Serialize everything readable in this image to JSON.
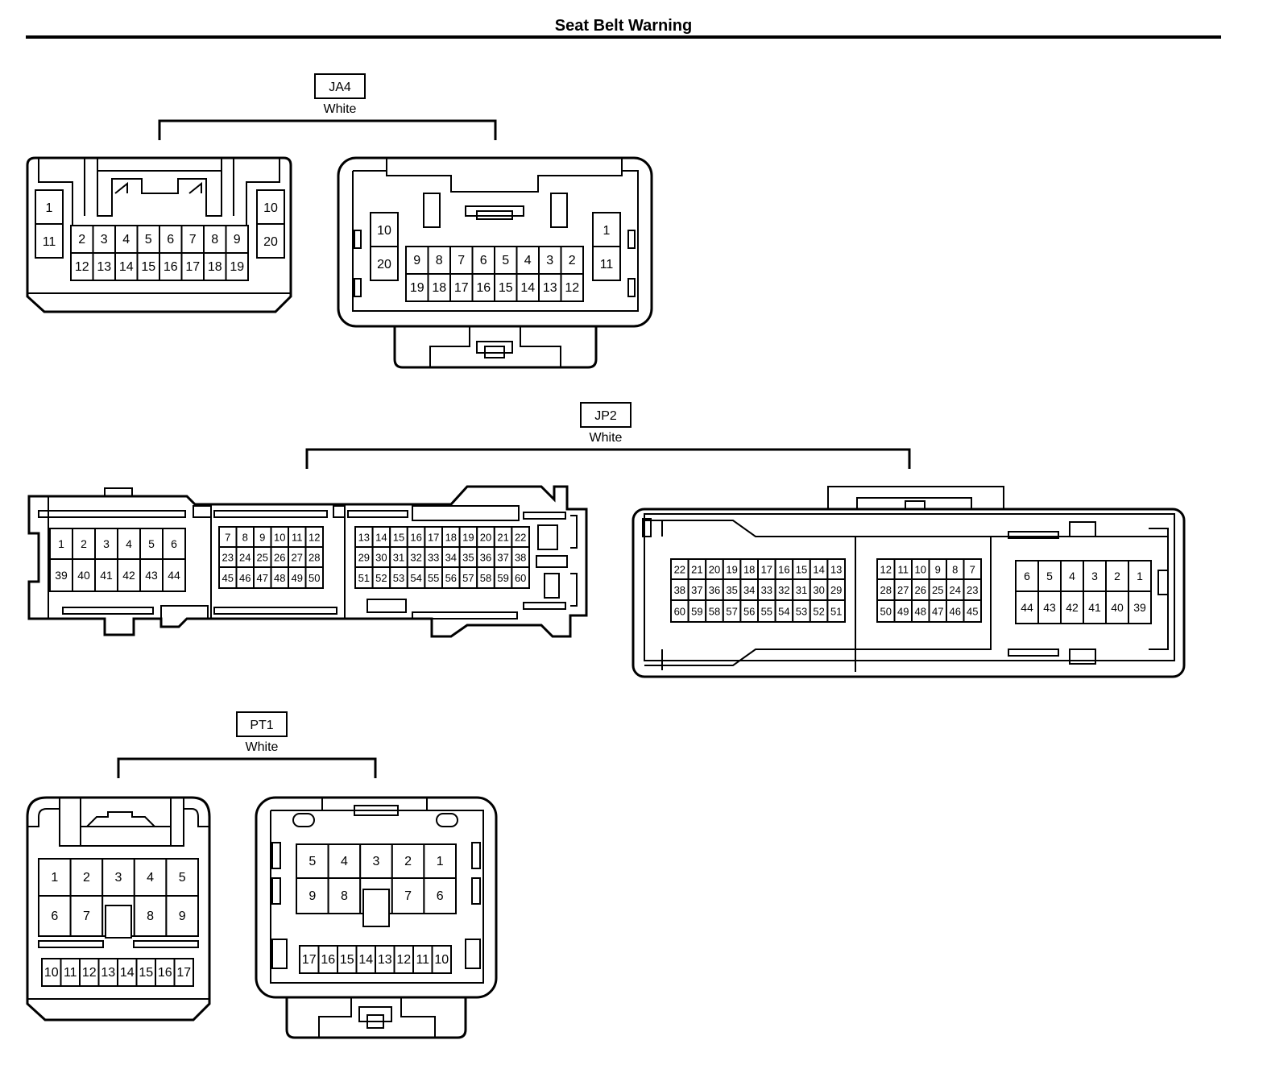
{
  "title": "Seat Belt Warning",
  "connectors": [
    {
      "code": "JA4",
      "color": "White"
    },
    {
      "code": "JP2",
      "color": "White"
    },
    {
      "code": "PT1",
      "color": "White"
    }
  ],
  "pins": {
    "ja4_left": {
      "side_left": [
        "1",
        "11"
      ],
      "side_right": [
        "10",
        "20"
      ],
      "row1": [
        "2",
        "3",
        "4",
        "5",
        "6",
        "7",
        "8",
        "9"
      ],
      "row2": [
        "12",
        "13",
        "14",
        "15",
        "16",
        "17",
        "18",
        "19"
      ]
    },
    "ja4_right": {
      "side_left": [
        "10",
        "20"
      ],
      "side_right": [
        "1",
        "11"
      ],
      "row1": [
        "9",
        "8",
        "7",
        "6",
        "5",
        "4",
        "3",
        "2"
      ],
      "row2": [
        "19",
        "18",
        "17",
        "16",
        "15",
        "14",
        "13",
        "12"
      ]
    },
    "jp2_left": {
      "a_row1": [
        "1",
        "2",
        "3",
        "4",
        "5",
        "6"
      ],
      "a_row2": [
        "39",
        "40",
        "41",
        "42",
        "43",
        "44"
      ],
      "b_row1": [
        "7",
        "8",
        "9",
        "10",
        "11",
        "12"
      ],
      "b_row2": [
        "23",
        "24",
        "25",
        "26",
        "27",
        "28"
      ],
      "b_row3": [
        "45",
        "46",
        "47",
        "48",
        "49",
        "50"
      ],
      "c_row1": [
        "13",
        "14",
        "15",
        "16",
        "17",
        "18",
        "19",
        "20",
        "21",
        "22"
      ],
      "c_row2": [
        "29",
        "30",
        "31",
        "32",
        "33",
        "34",
        "35",
        "36",
        "37",
        "38"
      ],
      "c_row3": [
        "51",
        "52",
        "53",
        "54",
        "55",
        "56",
        "57",
        "58",
        "59",
        "60"
      ]
    },
    "jp2_right": {
      "c_row1": [
        "22",
        "21",
        "20",
        "19",
        "18",
        "17",
        "16",
        "15",
        "14",
        "13"
      ],
      "c_row2": [
        "38",
        "37",
        "36",
        "35",
        "34",
        "33",
        "32",
        "31",
        "30",
        "29"
      ],
      "c_row3": [
        "60",
        "59",
        "58",
        "57",
        "56",
        "55",
        "54",
        "53",
        "52",
        "51"
      ],
      "b_row1": [
        "12",
        "11",
        "10",
        "9",
        "8",
        "7"
      ],
      "b_row2": [
        "28",
        "27",
        "26",
        "25",
        "24",
        "23"
      ],
      "b_row3": [
        "50",
        "49",
        "48",
        "47",
        "46",
        "45"
      ],
      "a_row1": [
        "6",
        "5",
        "4",
        "3",
        "2",
        "1"
      ],
      "a_row2": [
        "44",
        "43",
        "42",
        "41",
        "40",
        "39"
      ]
    },
    "pt1_left": {
      "row1": [
        "1",
        "2",
        "3",
        "4",
        "5"
      ],
      "row2": [
        "6",
        "7",
        "8",
        "9"
      ],
      "row3": [
        "10",
        "11",
        "12",
        "13",
        "14",
        "15",
        "16",
        "17"
      ]
    },
    "pt1_right": {
      "row1": [
        "5",
        "4",
        "3",
        "2",
        "1"
      ],
      "row2": [
        "9",
        "8",
        "7",
        "6"
      ],
      "row3": [
        "17",
        "16",
        "15",
        "14",
        "13",
        "12",
        "11",
        "10"
      ]
    }
  }
}
